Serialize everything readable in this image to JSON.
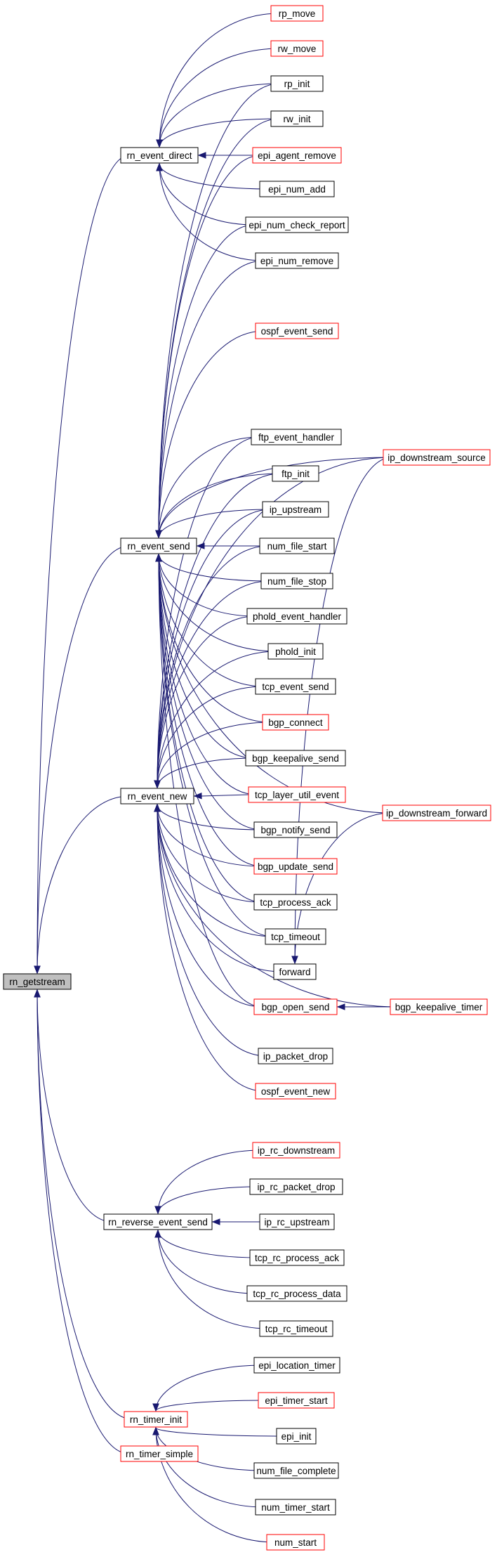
{
  "colors": {
    "edge": "#191970",
    "linked_border": "#000000",
    "truncated_border": "#ff0000",
    "root_fill": "#bfbfbf",
    "node_fill": "#ffffff"
  },
  "nodes": [
    {
      "id": "rn_getstream",
      "label": "rn_getstream",
      "kind": "root"
    },
    {
      "id": "rn_event_direct",
      "label": "rn_event_direct",
      "kind": "normal"
    },
    {
      "id": "rn_event_send",
      "label": "rn_event_send",
      "kind": "normal"
    },
    {
      "id": "rn_event_new",
      "label": "rn_event_new",
      "kind": "normal"
    },
    {
      "id": "rn_reverse_event_send",
      "label": "rn_reverse_event_send",
      "kind": "normal"
    },
    {
      "id": "rn_timer_init",
      "label": "rn_timer_init",
      "kind": "truncated"
    },
    {
      "id": "rn_timer_simple",
      "label": "rn_timer_simple",
      "kind": "truncated"
    },
    {
      "id": "rp_move",
      "label": "rp_move",
      "kind": "truncated"
    },
    {
      "id": "rw_move",
      "label": "rw_move",
      "kind": "truncated"
    },
    {
      "id": "rp_init",
      "label": "rp_init",
      "kind": "normal"
    },
    {
      "id": "rw_init",
      "label": "rw_init",
      "kind": "normal"
    },
    {
      "id": "epi_agent_remove",
      "label": "epi_agent_remove",
      "kind": "truncated"
    },
    {
      "id": "epi_num_add",
      "label": "epi_num_add",
      "kind": "normal"
    },
    {
      "id": "epi_num_check_report",
      "label": "epi_num_check_report",
      "kind": "normal"
    },
    {
      "id": "epi_num_remove",
      "label": "epi_num_remove",
      "kind": "normal"
    },
    {
      "id": "ospf_event_send",
      "label": "ospf_event_send",
      "kind": "truncated"
    },
    {
      "id": "ftp_event_handler",
      "label": "ftp_event_handler",
      "kind": "normal"
    },
    {
      "id": "ftp_init",
      "label": "ftp_init",
      "kind": "normal"
    },
    {
      "id": "ip_upstream",
      "label": "ip_upstream",
      "kind": "normal"
    },
    {
      "id": "num_file_start",
      "label": "num_file_start",
      "kind": "normal"
    },
    {
      "id": "num_file_stop",
      "label": "num_file_stop",
      "kind": "normal"
    },
    {
      "id": "phold_event_handler",
      "label": "phold_event_handler",
      "kind": "normal"
    },
    {
      "id": "phold_init",
      "label": "phold_init",
      "kind": "normal"
    },
    {
      "id": "tcp_event_send",
      "label": "tcp_event_send",
      "kind": "normal"
    },
    {
      "id": "bgp_connect",
      "label": "bgp_connect",
      "kind": "truncated"
    },
    {
      "id": "bgp_keepalive_send",
      "label": "bgp_keepalive_send",
      "kind": "normal"
    },
    {
      "id": "tcp_layer_util_event",
      "label": "tcp_layer_util_event",
      "kind": "truncated"
    },
    {
      "id": "bgp_notify_send",
      "label": "bgp_notify_send",
      "kind": "normal"
    },
    {
      "id": "bgp_update_send",
      "label": "bgp_update_send",
      "kind": "truncated"
    },
    {
      "id": "tcp_process_ack",
      "label": "tcp_process_ack",
      "kind": "normal"
    },
    {
      "id": "tcp_timeout",
      "label": "tcp_timeout",
      "kind": "normal"
    },
    {
      "id": "forward",
      "label": "forward",
      "kind": "normal"
    },
    {
      "id": "bgp_open_send",
      "label": "bgp_open_send",
      "kind": "truncated"
    },
    {
      "id": "ip_packet_drop",
      "label": "ip_packet_drop",
      "kind": "normal"
    },
    {
      "id": "ospf_event_new",
      "label": "ospf_event_new",
      "kind": "truncated"
    },
    {
      "id": "ip_downstream_source",
      "label": "ip_downstream_source",
      "kind": "truncated"
    },
    {
      "id": "ip_downstream_forward",
      "label": "ip_downstream_forward",
      "kind": "truncated"
    },
    {
      "id": "bgp_keepalive_timer",
      "label": "bgp_keepalive_timer",
      "kind": "truncated"
    },
    {
      "id": "ip_rc_downstream",
      "label": "ip_rc_downstream",
      "kind": "truncated"
    },
    {
      "id": "ip_rc_packet_drop",
      "label": "ip_rc_packet_drop",
      "kind": "normal"
    },
    {
      "id": "ip_rc_upstream",
      "label": "ip_rc_upstream",
      "kind": "normal"
    },
    {
      "id": "tcp_rc_process_ack",
      "label": "tcp_rc_process_ack",
      "kind": "normal"
    },
    {
      "id": "tcp_rc_process_data",
      "label": "tcp_rc_process_data",
      "kind": "normal"
    },
    {
      "id": "tcp_rc_timeout",
      "label": "tcp_rc_timeout",
      "kind": "normal"
    },
    {
      "id": "epi_location_timer",
      "label": "epi_location_timer",
      "kind": "normal"
    },
    {
      "id": "epi_timer_start",
      "label": "epi_timer_start",
      "kind": "truncated"
    },
    {
      "id": "epi_init",
      "label": "epi_init",
      "kind": "normal"
    },
    {
      "id": "num_file_complete",
      "label": "num_file_complete",
      "kind": "normal"
    },
    {
      "id": "num_timer_start",
      "label": "num_timer_start",
      "kind": "normal"
    },
    {
      "id": "num_start",
      "label": "num_start",
      "kind": "truncated"
    }
  ],
  "edges": [
    [
      "rn_event_direct",
      "rn_getstream"
    ],
    [
      "rn_event_send",
      "rn_getstream"
    ],
    [
      "rn_event_new",
      "rn_getstream"
    ],
    [
      "rn_reverse_event_send",
      "rn_getstream"
    ],
    [
      "rn_timer_init",
      "rn_getstream"
    ],
    [
      "rn_timer_simple",
      "rn_getstream"
    ],
    [
      "rp_move",
      "rn_event_direct"
    ],
    [
      "rw_move",
      "rn_event_direct"
    ],
    [
      "rp_init",
      "rn_event_direct"
    ],
    [
      "rw_init",
      "rn_event_direct"
    ],
    [
      "epi_agent_remove",
      "rn_event_direct"
    ],
    [
      "epi_num_add",
      "rn_event_direct"
    ],
    [
      "epi_num_check_report",
      "rn_event_direct"
    ],
    [
      "epi_num_remove",
      "rn_event_direct"
    ],
    [
      "rp_init",
      "rn_event_send"
    ],
    [
      "rw_init",
      "rn_event_send"
    ],
    [
      "epi_agent_remove",
      "rn_event_send"
    ],
    [
      "epi_num_check_report",
      "rn_event_send"
    ],
    [
      "epi_num_remove",
      "rn_event_send"
    ],
    [
      "ospf_event_send",
      "rn_event_send"
    ],
    [
      "ip_downstream_source",
      "rn_event_send"
    ],
    [
      "ip_downstream_forward",
      "rn_event_send"
    ],
    [
      "ftp_event_handler",
      "rn_event_send"
    ],
    [
      "ftp_init",
      "rn_event_send"
    ],
    [
      "ip_upstream",
      "rn_event_send"
    ],
    [
      "num_file_start",
      "rn_event_send"
    ],
    [
      "num_file_stop",
      "rn_event_send"
    ],
    [
      "phold_event_handler",
      "rn_event_send"
    ],
    [
      "phold_init",
      "rn_event_send"
    ],
    [
      "tcp_event_send",
      "rn_event_send"
    ],
    [
      "bgp_connect",
      "rn_event_send"
    ],
    [
      "bgp_keepalive_send",
      "rn_event_send"
    ],
    [
      "tcp_layer_util_event",
      "rn_event_send"
    ],
    [
      "bgp_notify_send",
      "rn_event_send"
    ],
    [
      "bgp_update_send",
      "rn_event_send"
    ],
    [
      "tcp_process_ack",
      "rn_event_send"
    ],
    [
      "tcp_timeout",
      "rn_event_send"
    ],
    [
      "bgp_open_send",
      "rn_event_send"
    ],
    [
      "ip_downstream_source",
      "rn_event_new"
    ],
    [
      "ftp_event_handler",
      "rn_event_new"
    ],
    [
      "ftp_init",
      "rn_event_new"
    ],
    [
      "ip_upstream",
      "rn_event_new"
    ],
    [
      "num_file_start",
      "rn_event_new"
    ],
    [
      "num_file_stop",
      "rn_event_new"
    ],
    [
      "phold_event_handler",
      "rn_event_new"
    ],
    [
      "phold_init",
      "rn_event_new"
    ],
    [
      "tcp_event_send",
      "rn_event_new"
    ],
    [
      "bgp_connect",
      "rn_event_new"
    ],
    [
      "bgp_keepalive_send",
      "rn_event_new"
    ],
    [
      "tcp_layer_util_event",
      "rn_event_new"
    ],
    [
      "bgp_notify_send",
      "rn_event_new"
    ],
    [
      "bgp_update_send",
      "rn_event_new"
    ],
    [
      "tcp_process_ack",
      "rn_event_new"
    ],
    [
      "tcp_timeout",
      "rn_event_new"
    ],
    [
      "forward",
      "rn_event_new"
    ],
    [
      "bgp_open_send",
      "rn_event_new"
    ],
    [
      "bgp_keepalive_timer",
      "rn_event_new"
    ],
    [
      "ip_packet_drop",
      "rn_event_new"
    ],
    [
      "ospf_event_new",
      "rn_event_new"
    ],
    [
      "ip_downstream_source",
      "forward"
    ],
    [
      "ip_downstream_forward",
      "forward"
    ],
    [
      "bgp_keepalive_timer",
      "bgp_open_send"
    ],
    [
      "ip_rc_downstream",
      "rn_reverse_event_send"
    ],
    [
      "ip_rc_packet_drop",
      "rn_reverse_event_send"
    ],
    [
      "ip_rc_upstream",
      "rn_reverse_event_send"
    ],
    [
      "tcp_rc_process_ack",
      "rn_reverse_event_send"
    ],
    [
      "tcp_rc_process_data",
      "rn_reverse_event_send"
    ],
    [
      "tcp_rc_timeout",
      "rn_reverse_event_send"
    ],
    [
      "epi_location_timer",
      "rn_timer_init"
    ],
    [
      "epi_timer_start",
      "rn_timer_init"
    ],
    [
      "epi_init",
      "rn_timer_init"
    ],
    [
      "num_file_complete",
      "rn_timer_init"
    ],
    [
      "num_timer_start",
      "rn_timer_init"
    ],
    [
      "num_start",
      "rn_timer_init"
    ]
  ]
}
